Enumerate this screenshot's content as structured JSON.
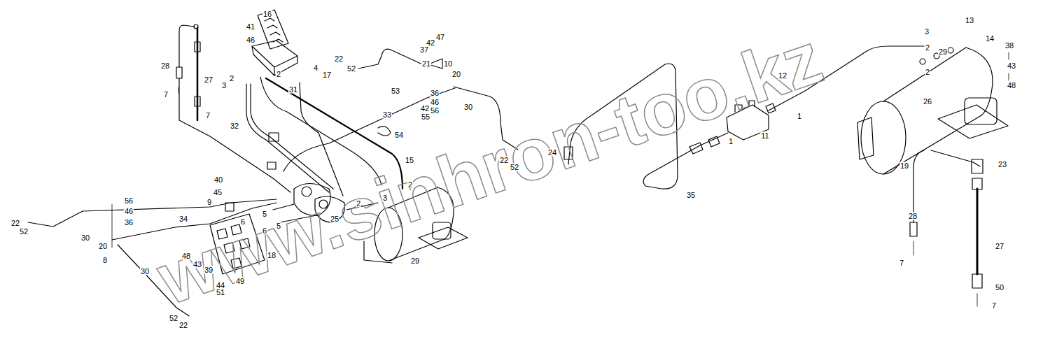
{
  "diagram": {
    "labels": [
      "16",
      "41",
      "46",
      "28",
      "27",
      "7",
      "7",
      "2",
      "3",
      "2",
      "4",
      "17",
      "31",
      "22",
      "52",
      "47",
      "42",
      "37",
      "21",
      "10",
      "20",
      "53",
      "36",
      "46",
      "42",
      "56",
      "55",
      "33",
      "54",
      "30",
      "32",
      "15",
      "2",
      "3",
      "2",
      "22",
      "52",
      "24",
      "40",
      "45",
      "9",
      "5",
      "6",
      "6",
      "5",
      "25",
      "56",
      "46",
      "36",
      "34",
      "22",
      "52",
      "30",
      "20",
      "8",
      "48",
      "43",
      "39",
      "18",
      "49",
      "44",
      "51",
      "29",
      "30",
      "52",
      "22",
      "13",
      "14",
      "3",
      "2",
      "29",
      "12",
      "2",
      "38",
      "43",
      "48",
      "1",
      "11",
      "1",
      "26",
      "35",
      "19",
      "23",
      "28",
      "27",
      "7",
      "50",
      "7",
      "www.sinhron-too.kz"
    ]
  }
}
